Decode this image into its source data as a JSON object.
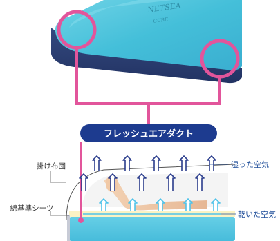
{
  "product": {
    "brand_lettering": "NETSEA",
    "sub_lettering": "CUBE"
  },
  "badge": {
    "label": "フレッシュエアダクト"
  },
  "labels": {
    "blanket": "掛け布団",
    "sheet": "綿基準シーツ",
    "humid_air": "湿った空気",
    "dry_air": "乾いた空気"
  },
  "colors": {
    "highlight_pink": "#e2559b",
    "mattress_top": "#4dc4da",
    "mattress_side": "#2c3f73",
    "badge_navy": "#1d3b8f",
    "humid_arrow": "#2a3c8c",
    "dry_arrow": "#4fc3ea",
    "sheet_yellow": "#fbf3c4",
    "mattress_lower": "#5ac9e4"
  }
}
